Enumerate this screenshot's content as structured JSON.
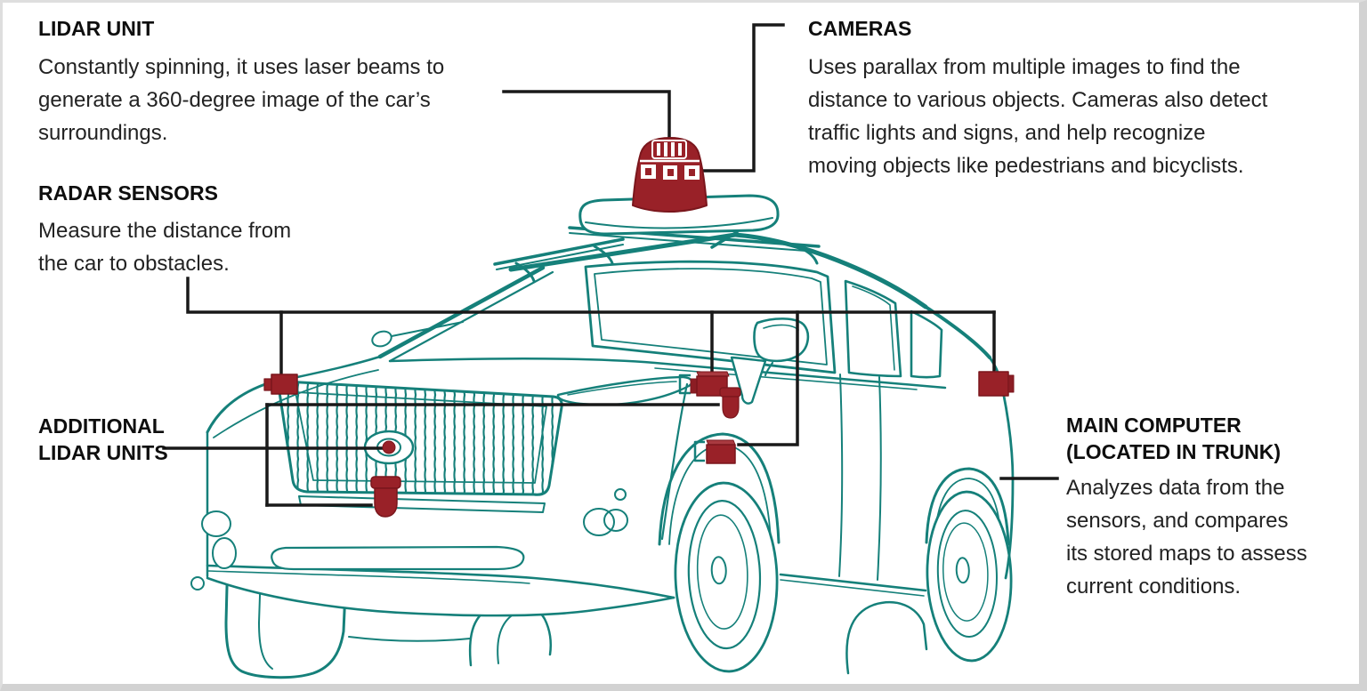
{
  "figure": {
    "subject": "Self-driving car sensor diagram",
    "illustration": "three-quarter front-left line drawing of an SUV with roof-mounted lidar",
    "colors": {
      "car_outline_teal": "#15807a",
      "sensor_red": "#992128",
      "sensor_red_top": "#a93a40",
      "callout_line_black": "#191919",
      "title_text": "#0e0e0e",
      "body_text": "#222222",
      "frame_border_gray": "#d2d2d2"
    },
    "sensor_markers": [
      "roof-lidar-dome",
      "front-bumper-radar",
      "grille-lidar-dot",
      "front-lower-lidar-cylinder",
      "side-upper-radar-box",
      "side-mirror-lidar-cylinder",
      "side-lower-radar-box",
      "rear-radar-box"
    ]
  },
  "callouts": {
    "lidar": {
      "title": "LIDAR UNIT",
      "lines": [
        "Constantly spinning, it uses laser beams to",
        "generate a 360-degree image of the car’s",
        "surroundings."
      ]
    },
    "cameras": {
      "title": "CAMERAS",
      "lines": [
        "Uses parallax from multiple images to find the",
        "distance to various objects. Cameras also detect",
        "traffic lights and signs, and help recognize",
        "moving objects like pedestrians and bicyclists."
      ]
    },
    "radar": {
      "title": "RADAR SENSORS",
      "lines": [
        "Measure the distance from",
        "the car to obstacles."
      ]
    },
    "additional_lidar": {
      "title_lines": [
        "ADDITIONAL",
        "LIDAR UNITS"
      ]
    },
    "main_computer": {
      "title_lines": [
        "MAIN COMPUTER",
        "(LOCATED IN TRUNK)"
      ],
      "lines": [
        "Analyzes data from the",
        "sensors, and compares",
        "its stored maps to assess",
        "current conditions."
      ]
    }
  }
}
